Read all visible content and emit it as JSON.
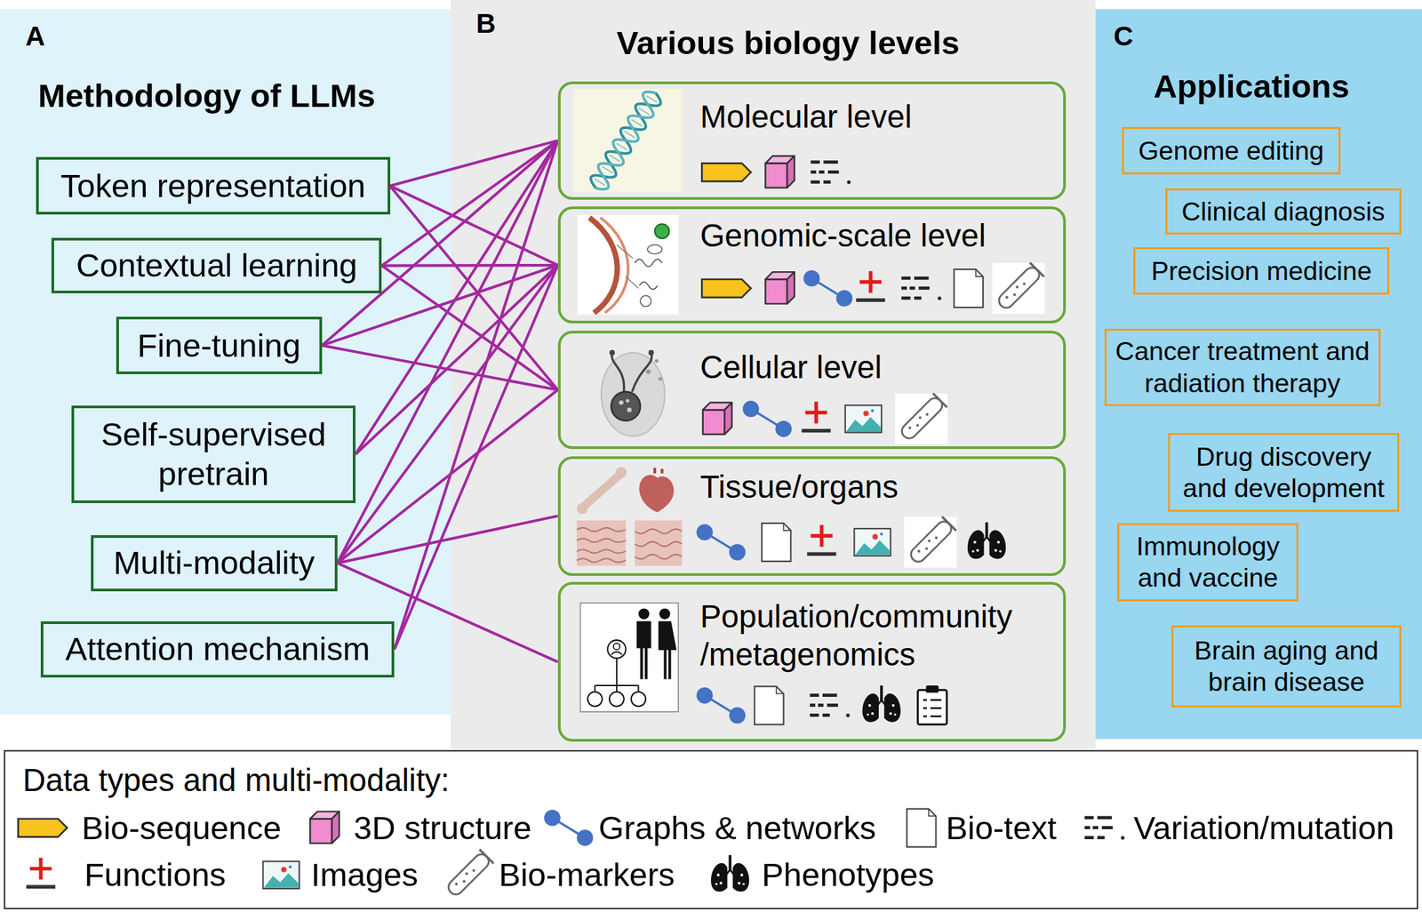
{
  "diagram": {
    "nodes": [
      {
        "text": [
          "A",
          "Methodology of LLMs"
        ]
      },
      {
        "text": [
          "Token representation"
        ],
        "in": 0
      },
      {
        "text": [
          "Contextual learning"
        ],
        "in": 0
      },
      {
        "text": [
          "Fine-tuning"
        ],
        "in": 0
      },
      {
        "text": [
          "Self-supervised pretrain"
        ],
        "in": 0
      },
      {
        "text": [
          "Multi-modality"
        ],
        "in": 0
      },
      {
        "text": [
          "Attention mechanism"
        ],
        "in": 0
      },
      {
        "text": [
          "B",
          "Various biology levels"
        ]
      },
      {
        "text": [
          "Molecular level"
        ],
        "in": 7
      },
      {
        "text": [
          "Genomic-scale level"
        ],
        "in": 7
      },
      {
        "text": [
          "Cellular level"
        ],
        "in": 7
      },
      {
        "text": [
          "Tissue/organs"
        ],
        "in": 7
      },
      {
        "text": [
          "Population/community /metagenomics"
        ],
        "in": 7
      },
      {
        "text": [
          "C",
          "Applications"
        ]
      },
      {
        "text": [
          "Genome editing"
        ],
        "in": 13
      },
      {
        "text": [
          "Clinical diagnosis"
        ],
        "in": 13
      },
      {
        "text": [
          "Precision medicine"
        ],
        "in": 13
      },
      {
        "text": [
          "Cancer treatment and radiation therapy"
        ],
        "in": 13
      },
      {
        "text": [
          "Drug discovery and development"
        ],
        "in": 13
      },
      {
        "text": [
          "Immunology and vaccine"
        ],
        "in": 13
      },
      {
        "text": [
          "Brain aging and brain disease"
        ],
        "in": 13
      }
    ],
    "edges": [
      {
        "from": 1,
        "to": 8,
        "arrow": "none"
      },
      {
        "from": 1,
        "to": 9,
        "arrow": "none"
      },
      {
        "from": 1,
        "to": 10,
        "arrow": "none"
      },
      {
        "from": 2,
        "to": 8,
        "arrow": "none"
      },
      {
        "from": 2,
        "to": 9,
        "arrow": "none"
      },
      {
        "from": 2,
        "to": 10,
        "arrow": "none"
      },
      {
        "from": 3,
        "to": 8,
        "arrow": "none"
      },
      {
        "from": 3,
        "to": 9,
        "arrow": "none"
      },
      {
        "from": 3,
        "to": 10,
        "arrow": "none"
      },
      {
        "from": 4,
        "to": 8,
        "arrow": "none"
      },
      {
        "from": 4,
        "to": 9,
        "arrow": "none"
      },
      {
        "from": 5,
        "to": 8,
        "arrow": "none"
      },
      {
        "from": 5,
        "to": 9,
        "arrow": "none"
      },
      {
        "from": 5,
        "to": 10,
        "arrow": "none"
      },
      {
        "from": 5,
        "to": 11,
        "arrow": "none"
      },
      {
        "from": 5,
        "to": 12,
        "arrow": "none"
      },
      {
        "from": 6,
        "to": 8,
        "arrow": "none"
      },
      {
        "from": 6,
        "to": 9,
        "arrow": "none"
      }
    ],
    "labels": [
      "Data types and multi-modality:"
    ],
    "legend": [
      {
        "text": "Bio-sequence"
      },
      {
        "text": "3D structure"
      },
      {
        "text": "Graphs & networks"
      },
      {
        "text": "Bio-text"
      },
      {
        "text": "Variation/mutation"
      },
      {
        "text": "Functions"
      },
      {
        "text": "Images"
      },
      {
        "text": "Bio-markers"
      },
      {
        "text": "Phenotypes"
      }
    ]
  }
}
